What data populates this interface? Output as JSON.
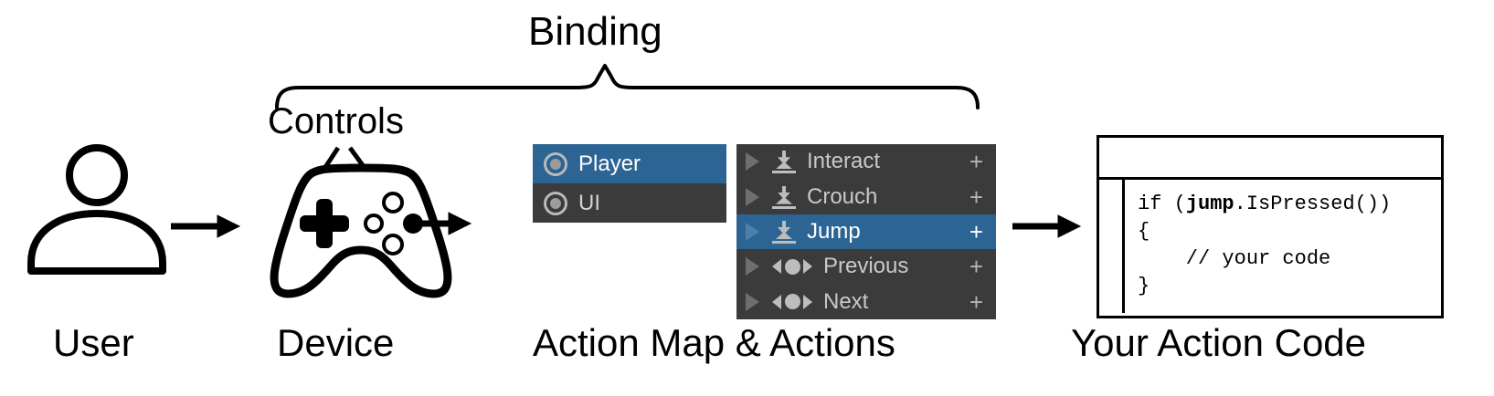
{
  "diagram": {
    "title_annotations": {
      "binding": "Binding",
      "controls": "Controls"
    },
    "stage_captions": {
      "user": "User",
      "device": "Device",
      "action_map": "Action Map & Actions",
      "code": "Your Action Code"
    },
    "colors": {
      "selection_blue": "#2c6494",
      "panel_dark": "#3b3b3b",
      "label_gray": "#c9c9c9",
      "line_black": "#000000",
      "background": "#ffffff"
    }
  },
  "user_stage": {
    "icon": "person-icon"
  },
  "device_stage": {
    "icon": "gamepad-icon",
    "controls": [
      {
        "name": "dpad",
        "label": ""
      },
      {
        "name": "face-buttons",
        "label": ""
      }
    ]
  },
  "action_map_panel": {
    "items": [
      {
        "label": "Player",
        "selected": true,
        "icon": "action-map-icon"
      },
      {
        "label": "UI",
        "selected": false,
        "icon": "action-map-icon"
      }
    ]
  },
  "actions_panel": {
    "add_label": "+",
    "items": [
      {
        "label": "Interact",
        "selected": false,
        "icon": "button-action-icon",
        "expander": "chevron-right-icon"
      },
      {
        "label": "Crouch",
        "selected": false,
        "icon": "button-action-icon",
        "expander": "chevron-right-icon"
      },
      {
        "label": "Jump",
        "selected": true,
        "icon": "button-action-icon",
        "expander": "chevron-right-icon"
      },
      {
        "label": "Previous",
        "selected": false,
        "icon": "axis-action-icon",
        "expander": "chevron-right-icon"
      },
      {
        "label": "Next",
        "selected": false,
        "icon": "axis-action-icon",
        "expander": "chevron-right-icon"
      }
    ]
  },
  "code_window": {
    "title": "",
    "lines": [
      {
        "pre": "if (",
        "bold": "jump",
        "post": ".IsPressed())"
      },
      {
        "pre": "{",
        "bold": "",
        "post": ""
      },
      {
        "pre": "    // your code",
        "bold": "",
        "post": ""
      },
      {
        "pre": "}",
        "bold": "",
        "post": ""
      }
    ]
  }
}
